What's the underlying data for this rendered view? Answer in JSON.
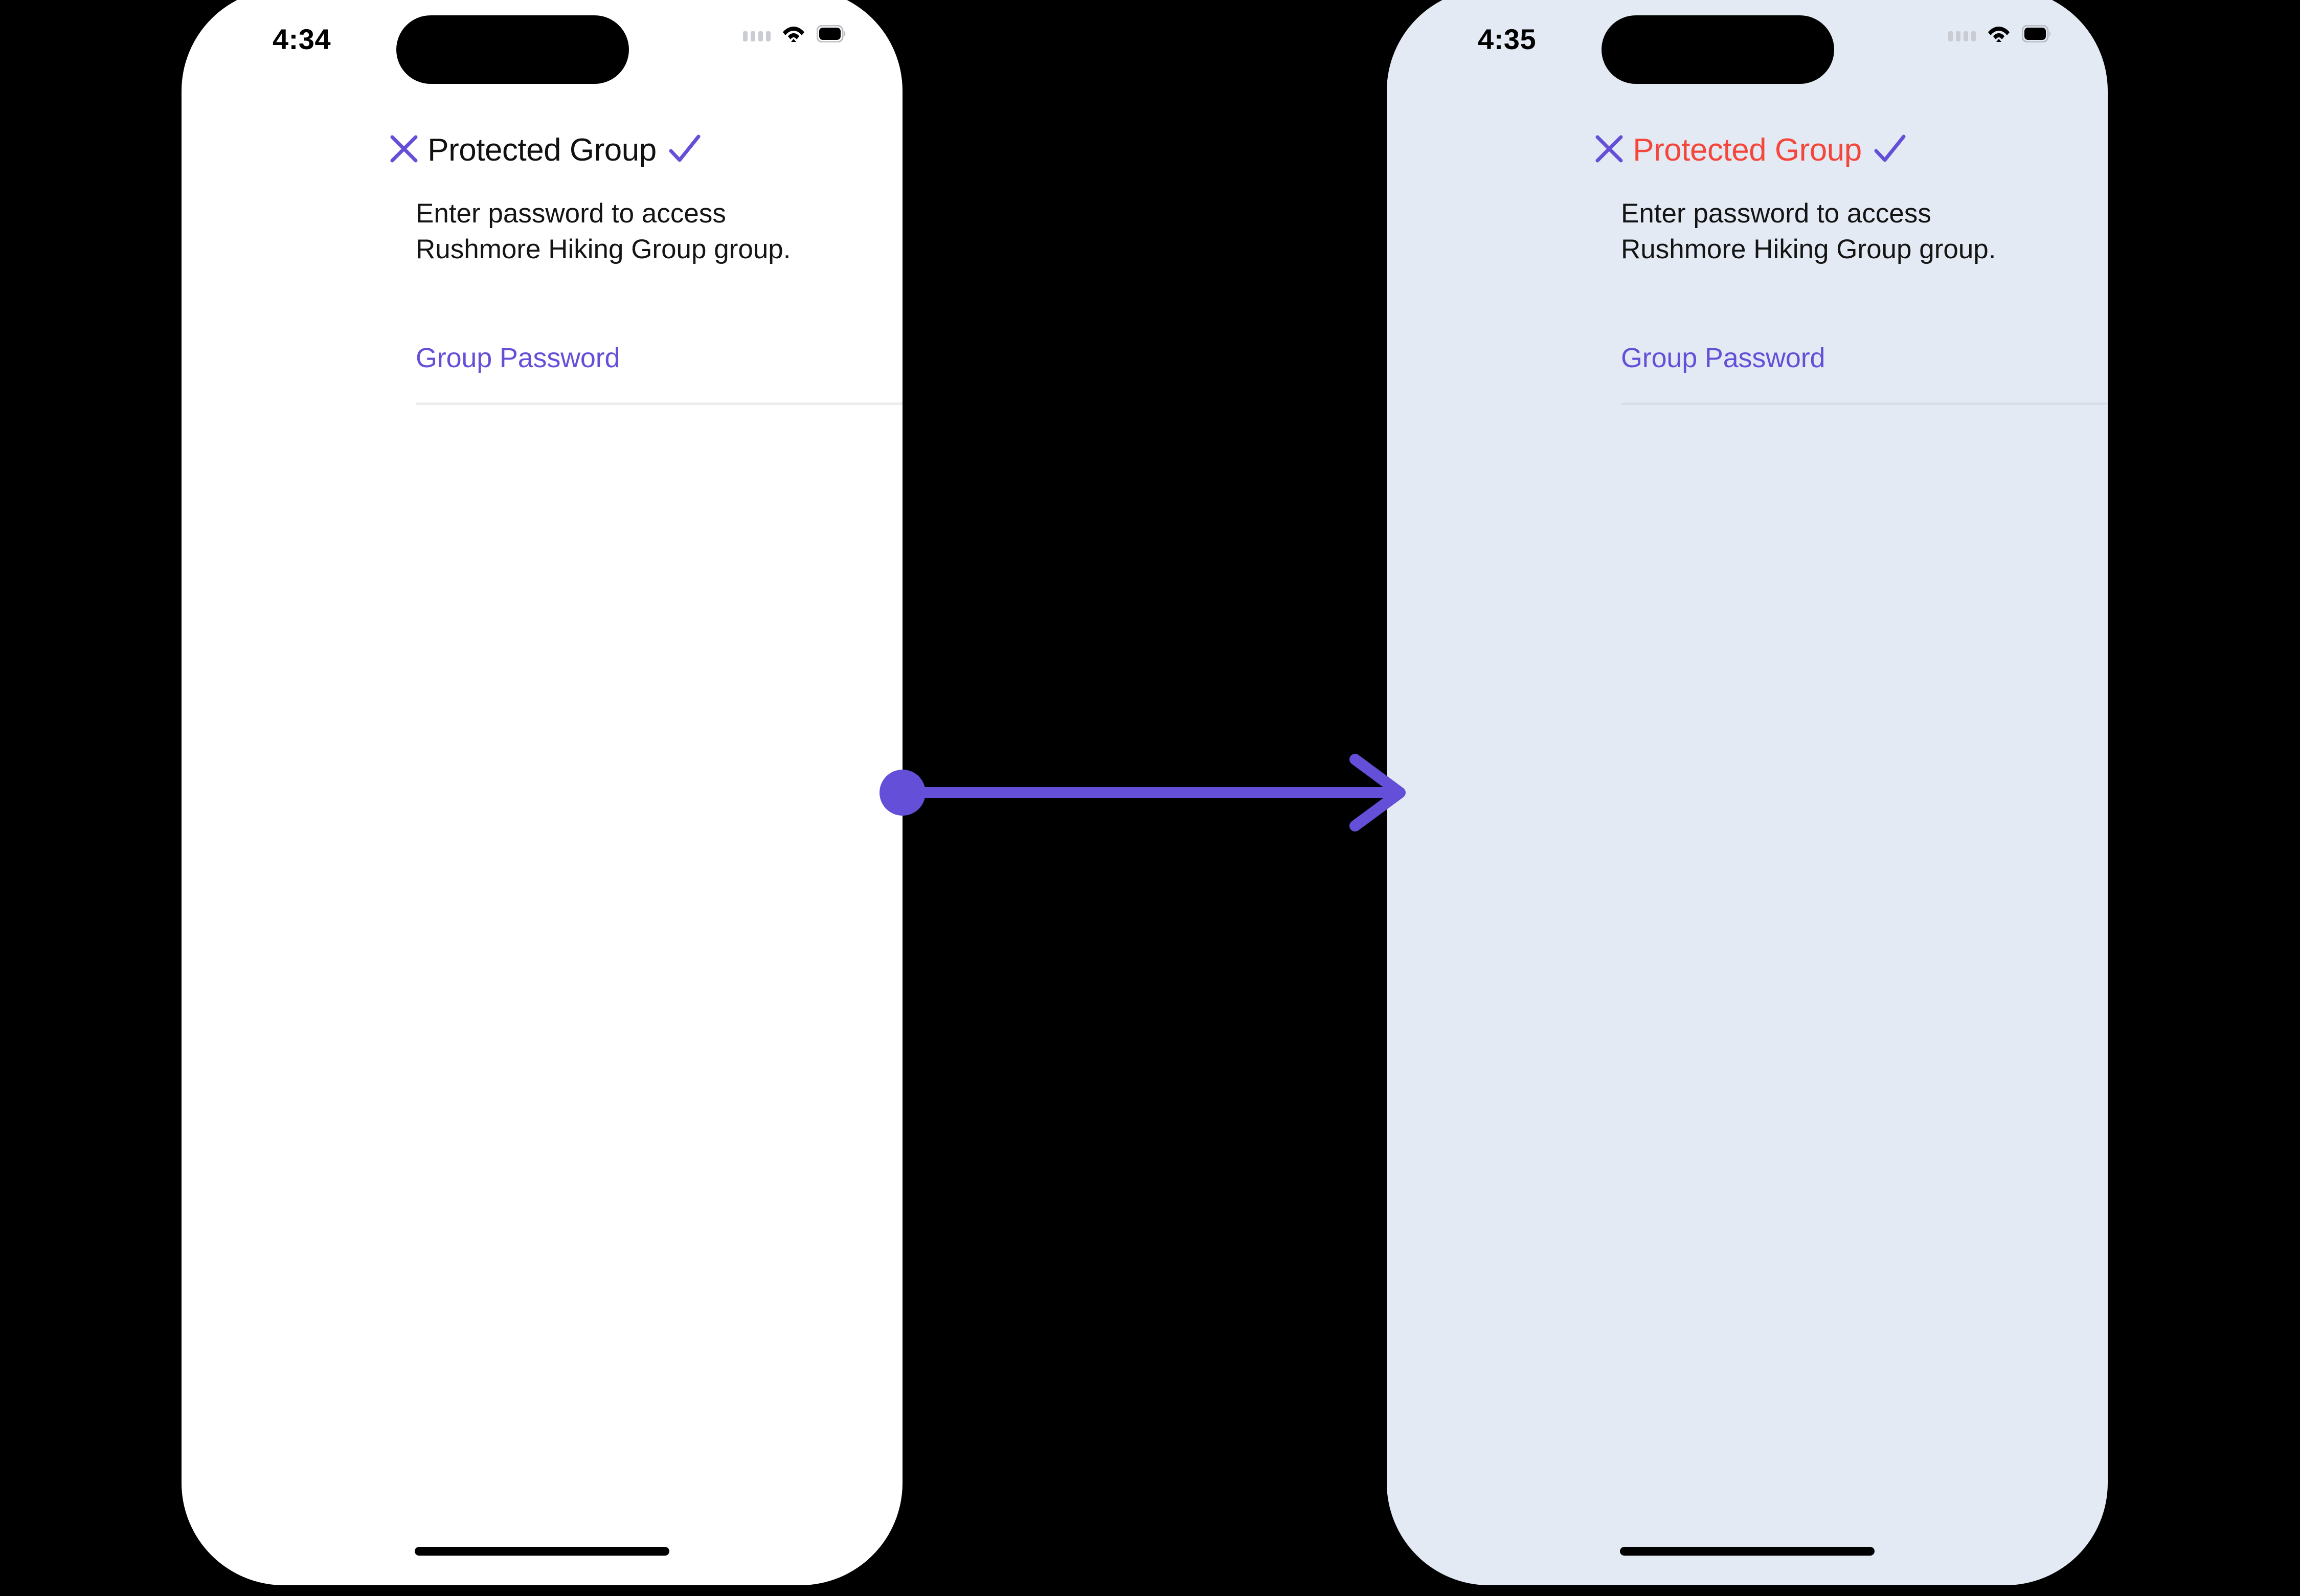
{
  "colors": {
    "accent_purple": "#6450d8",
    "error_red": "#f4463a",
    "screen_white": "#ffffff",
    "screen_tinted": "#e4eaf4",
    "divider": "#ececec",
    "canvas": "#000000"
  },
  "connector": {
    "name": "transition-arrow",
    "direction": "left-to-right",
    "color": "#6450d8"
  },
  "screens": [
    {
      "id": "before",
      "status_bar": {
        "time": "4:34",
        "signal_icon": "signal-dots-icon",
        "wifi_icon": "wifi-icon",
        "battery_icon": "battery-full-icon"
      },
      "nav": {
        "close_icon": "close-x-icon",
        "title": "Protected Group",
        "title_color": "#111111",
        "done_icon": "checkmark-icon"
      },
      "body": {
        "intro": "Enter password to access Rushmore Hiking Group group.",
        "field_label": "Group Password",
        "field_value": "",
        "field_placeholder": ""
      },
      "home_indicator": "home-indicator"
    },
    {
      "id": "after",
      "status_bar": {
        "time": "4:35",
        "signal_icon": "signal-dots-icon",
        "wifi_icon": "wifi-icon",
        "battery_icon": "battery-full-icon"
      },
      "nav": {
        "close_icon": "close-x-icon",
        "title": "Protected Group",
        "title_color": "#f4463a",
        "done_icon": "checkmark-icon"
      },
      "body": {
        "intro": "Enter password to access Rushmore Hiking Group group.",
        "field_label": "Group Password",
        "field_value": "",
        "field_placeholder": ""
      },
      "home_indicator": "home-indicator"
    }
  ]
}
